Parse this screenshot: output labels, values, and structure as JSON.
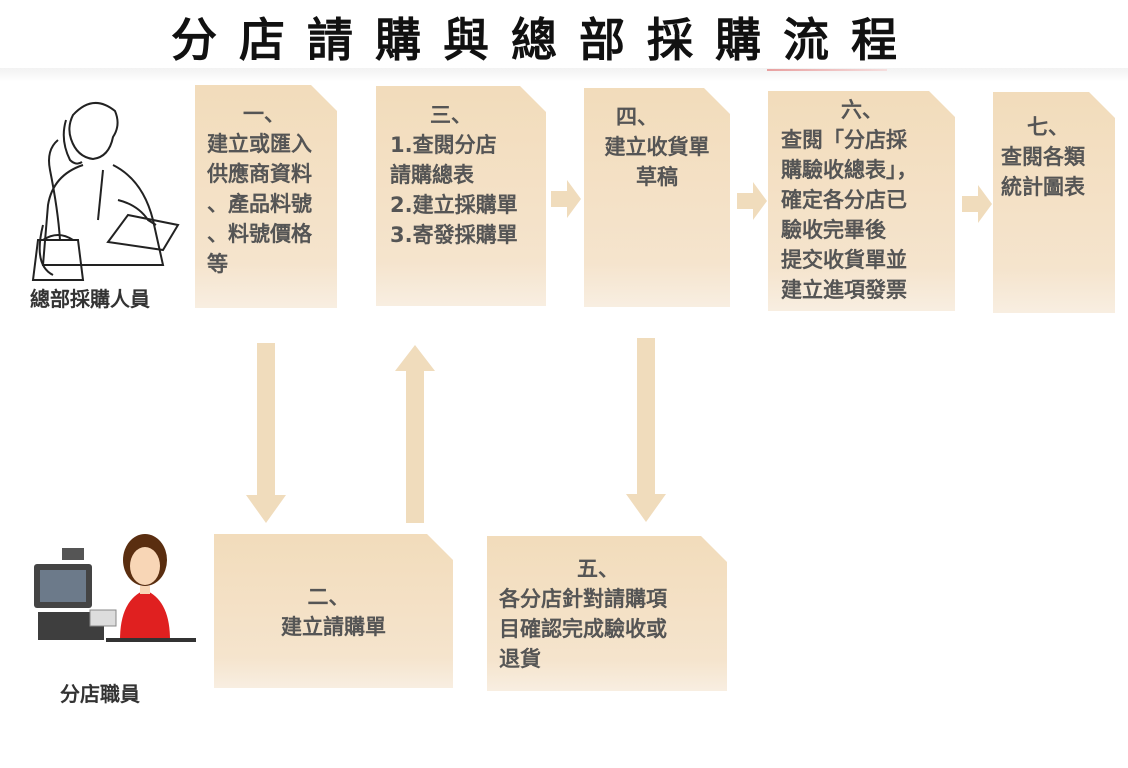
{
  "title": "分店請購與總部採購流程",
  "roles": {
    "hq": "總部採購人員",
    "branch": "分店職員"
  },
  "steps": [
    {
      "num": "一、",
      "text": "建立或匯入\n供應商資料\n、產品料號\n、料號價格\n等"
    },
    {
      "num": "二、",
      "text": "建立請購單"
    },
    {
      "num": "三、",
      "text": "1.查閱分店\n請購總表\n2.建立採購單\n3.寄發採購單"
    },
    {
      "num": "四、",
      "text": "建立收貨單\n草稿"
    },
    {
      "num": "五、",
      "text": "各分店針對請購項\n目確認完成驗收或\n退貨"
    },
    {
      "num": "六、",
      "text": "查閱「分店採\n購驗收總表」，\n確定各分店已\n驗收完畢後\n提交收貨單並\n建立進項發票"
    },
    {
      "num": "七、",
      "text": "查閱各類\n統計圖表"
    }
  ],
  "colors": {
    "box": "#f2dcbb",
    "arrow": "#f0dcbc",
    "text": "#555555"
  }
}
